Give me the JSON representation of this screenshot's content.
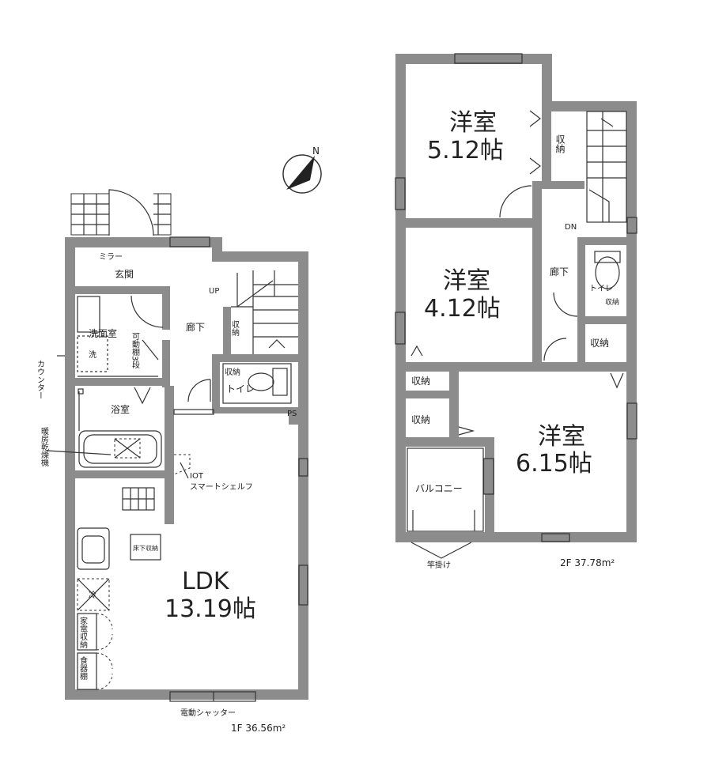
{
  "floor1": {
    "area": "1F 36.56m²",
    "rooms": {
      "ldk_name": "LDK",
      "ldk_size": "13.19帖",
      "genkan": "玄関",
      "mirror": "ミラー",
      "senmen": "洗面室",
      "sen": "洗",
      "kadou": "可動棚3段",
      "counter": "カウンター",
      "yokushitsu": "浴室",
      "dryer": "暖房乾燥機",
      "rouka": "廊下",
      "up": "UP",
      "shuno": "収納",
      "shuno_toilet": "収納",
      "toilet": "トイレ",
      "ps": "PS",
      "iot_1": "IOT",
      "iot_2": "スマートシェルフ",
      "yukashita": "床下収納",
      "rei": "冷",
      "kaden": "家電収納",
      "shokki": "食器棚",
      "shutter": "電動シャッター"
    }
  },
  "floor2": {
    "area": "2F 37.78m²",
    "rooms": {
      "room1_name": "洋室",
      "room1_size": "5.12帖",
      "room2_name": "洋室",
      "room2_size": "4.12帖",
      "room3_name": "洋室",
      "room3_size": "6.15帖",
      "shuno_a": "収納",
      "shuno_b": "収納",
      "shuno_c": "収納",
      "shuno_d": "収納",
      "shuno_e": "収納",
      "rouka": "廊下",
      "dn": "DN",
      "toilet": "トイレ",
      "balcony": "バルコニー",
      "saokake": "竿掛け"
    }
  },
  "compass": "N"
}
